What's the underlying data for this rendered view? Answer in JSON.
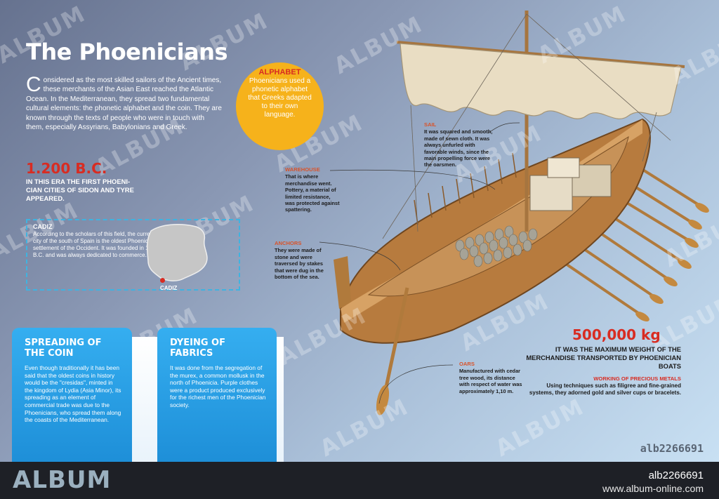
{
  "title": "The Phoenicians",
  "intro": {
    "drop_cap": "C",
    "text": "onsidered as the most skilled sailors of the Ancient times, these merchants of the Asian East reached the Atlantic Ocean. In the Mediterranean, they spread two fundamental cultural elements: the phonetic alphabet and the coin. They are known through the texts of people who were in touch with them, especially Assyrians, Babylonians and Greek."
  },
  "era": {
    "year": "1.200 B.C.",
    "text": "IN THIS ERA THE FIRST PHOENI-CIAN CITIES OF SIDON AND TYRE APPEARED."
  },
  "cadiz": {
    "label": "CADIZ",
    "text": "According to the scholars of this field, the current city of the south of Spain is the oldest Phoenician settlement of the Occident. It was founded in 1104 B.C. and was always dedicated to commerce.",
    "map_label": "CADIZ"
  },
  "alphabet": {
    "title": "ALPHABET",
    "text": "Phoenicians used a phonetic alphabet that Greeks adapted to their own language."
  },
  "cards": {
    "coin": {
      "title": "SPREADING OF THE COIN",
      "text": "Even though traditionally it has been said that the oldest coins in history would be the \"cresidas\", minted in the kingdom of Lydia (Asia Minor), its spreading as an element of commercial trade was due to the Phoenicians, who spread them along the coasts of the Mediterranean."
    },
    "dye": {
      "title": "DYEING OF FABRICS",
      "text": "It was done from the segregation of the murex, a common mollusk in the north of Phoenicia. Purple clothes were a product produced exclusively for the richest men of the Phoenician society."
    }
  },
  "notes": {
    "sail": {
      "title": "SAIL",
      "text": "It was squared and smooth, made of sewn cloth. It was always unfurled with favorable winds, since the main propelling force were the oarsmen."
    },
    "warehouse": {
      "title": "WAREHOUSE",
      "text": "That is where merchandise went. Pottery, a material of limited resistance, was protected against spattering."
    },
    "anchors": {
      "title": "ANCHORS",
      "text": "They were made of stone and were traversed by stakes that were dug in the bottom of the sea."
    },
    "oars": {
      "title": "OARS",
      "text": "Manufactured with cedar tree wood, its distance with respect of water was approximately 1,10 m."
    }
  },
  "weight": {
    "value": "500,000 kg",
    "text": "IT WAS THE MAXIMUM WEIGHT OF THE MERCHANDISE TRANSPORTED BY PHOENICIAN BOATS"
  },
  "metals": {
    "title": "WORKING OF PRECIOUS METALS",
    "text": "Using techniques such as filigree and fine-grained systems, they adorned gold and silver cups or bracelets."
  },
  "image_code": "alb2266691",
  "footer": {
    "brand": "ALBUM",
    "ref": "alb2266691",
    "site": "www.album-online.com"
  },
  "watermark": "ALBUM",
  "colors": {
    "accent_red": "#d82c22",
    "card_blue": "#2a9fe6",
    "alphabet_yellow": "#f6b21b",
    "cadiz_dash": "#3fb3e0"
  }
}
